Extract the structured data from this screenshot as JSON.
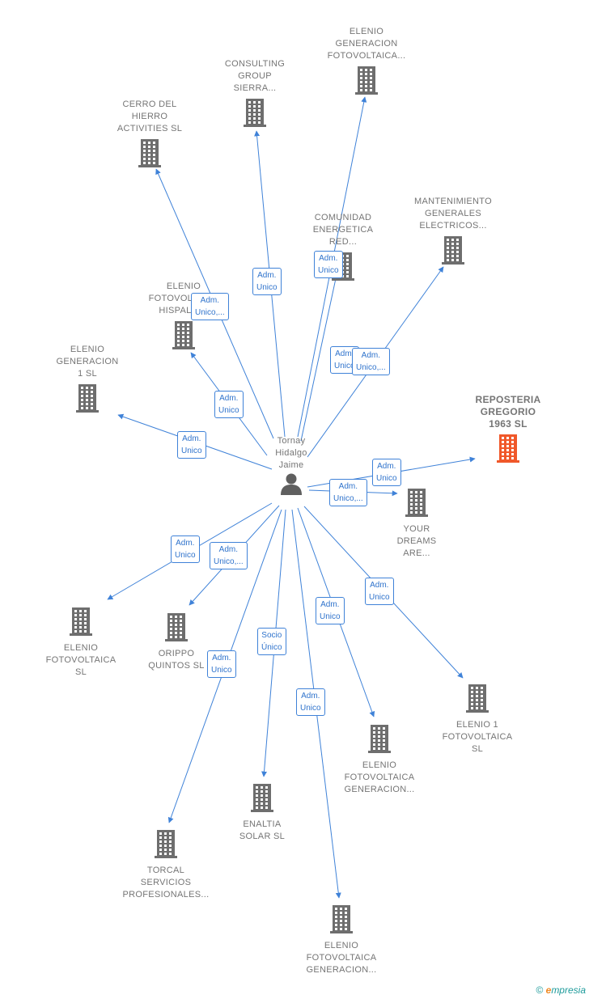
{
  "person": {
    "name": "Tornay\nHidalgo\nJaime"
  },
  "colors": {
    "edge": "#3f82d8",
    "building": "#6e6e6e",
    "highlight": "#f0582a"
  },
  "footer": {
    "copyright": "©",
    "brand_initial": "e",
    "brand_rest": "mpresia"
  },
  "companies": [
    {
      "id": "elenio-gen-fotov-top",
      "label": "ELENIO\nGENERACION\nFOTOVOLTAICA...",
      "highlight": false,
      "relation": "Adm.\nUnico"
    },
    {
      "id": "consulting-group",
      "label": "CONSULTING\nGROUP\nSIERRA...",
      "highlight": false,
      "relation": "Adm.\nUnico"
    },
    {
      "id": "cerro-del-hierro",
      "label": "CERRO DEL\nHIERRO\nACTIVITIES SL",
      "highlight": false,
      "relation": "Adm.\nUnico,..."
    },
    {
      "id": "comunidad-energetica",
      "label": "COMUNIDAD\nENERGETICA\nRED...",
      "highlight": false,
      "relation": "Adm.\nUnico"
    },
    {
      "id": "mantenimiento",
      "label": "MANTENIMIENTO\nGENERALES\nELECTRICOS...",
      "highlight": false,
      "relation": "Adm.\nUnico,..."
    },
    {
      "id": "elenio-hispalis",
      "label": "ELENIO\nFOTOVOLTAICA\nHISPALIS...",
      "highlight": false,
      "relation": "Adm.\nUnico"
    },
    {
      "id": "elenio-gen-1",
      "label": "ELENIO\nGENERACION\n1  SL",
      "highlight": false,
      "relation": "Adm.\nUnico"
    },
    {
      "id": "reposteria",
      "label": "REPOSTERIA\nGREGORIO\n1963  SL",
      "highlight": true,
      "relation": "Adm.\nUnico"
    },
    {
      "id": "your-dreams",
      "label": "YOUR\nDREAMS\nARE...",
      "highlight": false,
      "relation": "Adm.\nUnico,..."
    },
    {
      "id": "elenio-fotov-sl",
      "label": "ELENIO\nFOTOVOLTAICA\nSL",
      "highlight": false,
      "relation": "Adm.\nUnico"
    },
    {
      "id": "orippo",
      "label": "ORIPPO\nQUINTOS  SL",
      "highlight": false,
      "relation": "Adm.\nUnico,..."
    },
    {
      "id": "elenio-1-fotov",
      "label": "ELENIO 1\nFOTOVOLTAICA\nSL",
      "highlight": false,
      "relation": "Adm.\nUnico"
    },
    {
      "id": "elenio-fotov-gen-mid",
      "label": "ELENIO\nFOTOVOLTAICA\nGENERACION...",
      "highlight": false,
      "relation": "Adm.\nUnico"
    },
    {
      "id": "enaltia",
      "label": "ENALTIA\nSOLAR  SL",
      "highlight": false,
      "relation": "Socio\nÚnico"
    },
    {
      "id": "torcal",
      "label": "TORCAL\nSERVICIOS\nPROFESIONALES...",
      "highlight": false,
      "relation": "Adm.\nUnico"
    },
    {
      "id": "elenio-fotov-gen-bottom",
      "label": "ELENIO\nFOTOVOLTAICA\nGENERACION...",
      "highlight": false,
      "relation": "Adm.\nUnico"
    }
  ]
}
